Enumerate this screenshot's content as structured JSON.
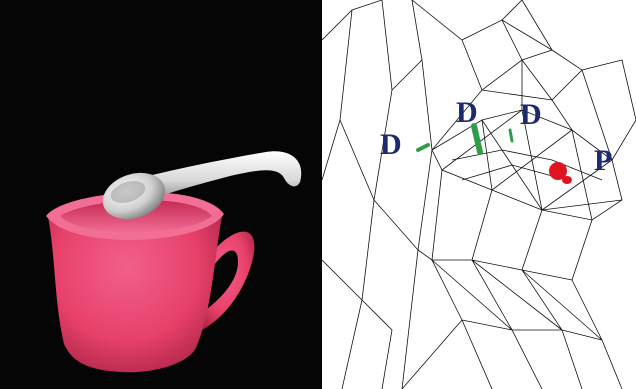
{
  "left_panel": {
    "background": "#050505",
    "cup_color": "#e8416a",
    "spoon_color": "#e6e6e6"
  },
  "right_panel": {
    "background": "#ffffff",
    "wire_color": "#111111",
    "label_color": "#1c2a6e",
    "d_marker_color": "#2e9e4a",
    "p_marker_color": "#e0141e",
    "labels": {
      "d1": "D",
      "d2": "D",
      "d3": "D",
      "p": "P"
    }
  }
}
